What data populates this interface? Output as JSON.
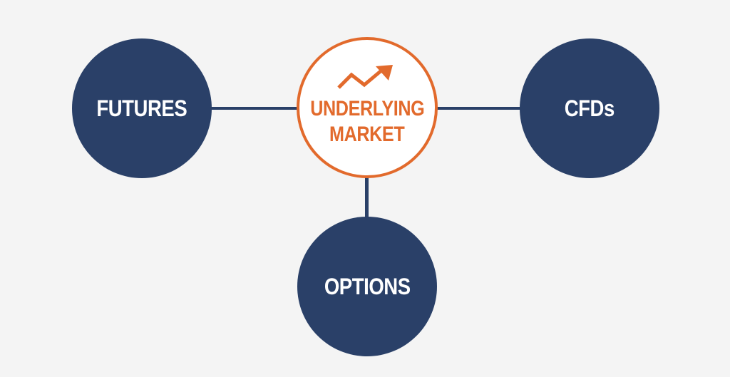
{
  "colors": {
    "background": "#f4f4f4",
    "node_fill": "#2a4068",
    "node_text": "#ffffff",
    "center_accent": "#e26a2c",
    "center_fill": "#ffffff",
    "connector": "#2a4068"
  },
  "center": {
    "icon": "trend-up-arrow-icon",
    "line1": "UNDERLYING",
    "line2": "MARKET"
  },
  "nodes": {
    "futures": "FUTURES",
    "cfds": "CFDs",
    "options": "OPTIONS"
  }
}
